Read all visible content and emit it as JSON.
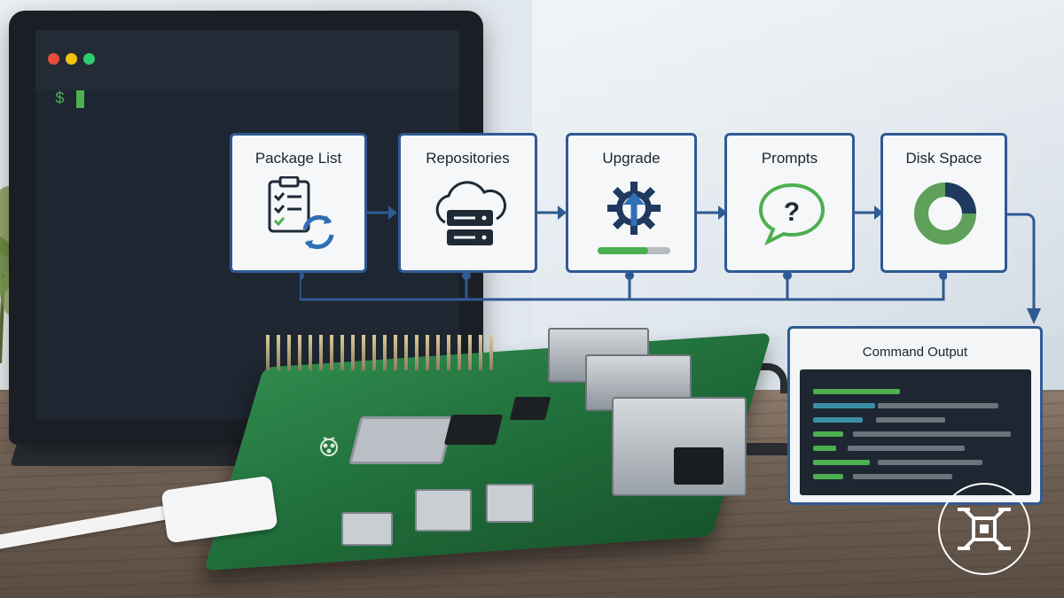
{
  "terminal": {
    "prompt": "$",
    "window_controls": [
      "#e74c3c",
      "#f1c40f",
      "#2ecc71"
    ]
  },
  "workflow": {
    "steps": [
      {
        "label": "Package List",
        "icon": "clipboard-refresh-icon"
      },
      {
        "label": "Repositories",
        "icon": "cloud-server-icon"
      },
      {
        "label": "Upgrade",
        "icon": "gear-upload-icon",
        "progress": 0.7
      },
      {
        "label": "Prompts",
        "icon": "question-bubble-icon"
      },
      {
        "label": "Disk Space",
        "icon": "donut-chart-icon",
        "used_fraction": 0.75
      }
    ],
    "output_panel": {
      "title": "Command Output"
    }
  },
  "colors": {
    "accent_blue": "#2f5a93",
    "green": "#4caf50",
    "teal": "#3a8fa6",
    "terminal_bg": "#1e2631"
  },
  "badge": {
    "icon": "drone-icon"
  }
}
